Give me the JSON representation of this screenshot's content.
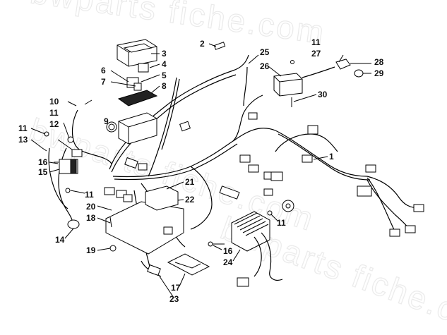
{
  "watermark": {
    "text": "bwparts fiche.com"
  },
  "callouts": {
    "c1": "1",
    "c2": "2",
    "c3": "3",
    "c4": "4",
    "c5": "5",
    "c6": "6",
    "c7": "7",
    "c8": "8",
    "c9": "9",
    "c10": "10",
    "c11a": "11",
    "c11b": "11",
    "c11c": "11",
    "c11d": "11",
    "c11e": "11",
    "c12": "12",
    "c13": "13",
    "c14": "14",
    "c15": "15",
    "c16a": "16",
    "c16b": "16",
    "c17": "17",
    "c18": "18",
    "c19": "19",
    "c20": "20",
    "c21": "21",
    "c22": "22",
    "c23": "23",
    "c24": "24",
    "c25": "25",
    "c26": "26",
    "c27": "27",
    "c28": "28",
    "c29": "29",
    "c30": "30"
  },
  "icons": [
    "fuse-box-icon",
    "relay-icon",
    "voltage-regulator-icon",
    "starter-solenoid-icon",
    "wiring-harness-icon"
  ]
}
